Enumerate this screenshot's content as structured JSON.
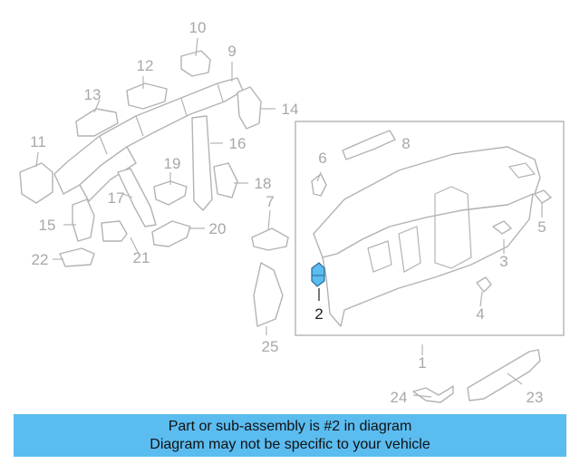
{
  "diagram": {
    "highlight_color": "#5bbcf0",
    "callouts": {
      "c1": "1",
      "c2": "2",
      "c3": "3",
      "c4": "4",
      "c5": "5",
      "c6": "6",
      "c7": "7",
      "c8": "8",
      "c9": "9",
      "c10": "10",
      "c11": "11",
      "c12": "12",
      "c13": "13",
      "c14": "14",
      "c15": "15",
      "c16": "16",
      "c17": "17",
      "c18": "18",
      "c19": "19",
      "c20": "20",
      "c21": "21",
      "c22": "22",
      "c23": "23",
      "c24": "24",
      "c25": "25"
    }
  },
  "banner": {
    "line1": "Part or sub-assembly is #2 in diagram",
    "line2": "Diagram may not be specific to your vehicle"
  }
}
